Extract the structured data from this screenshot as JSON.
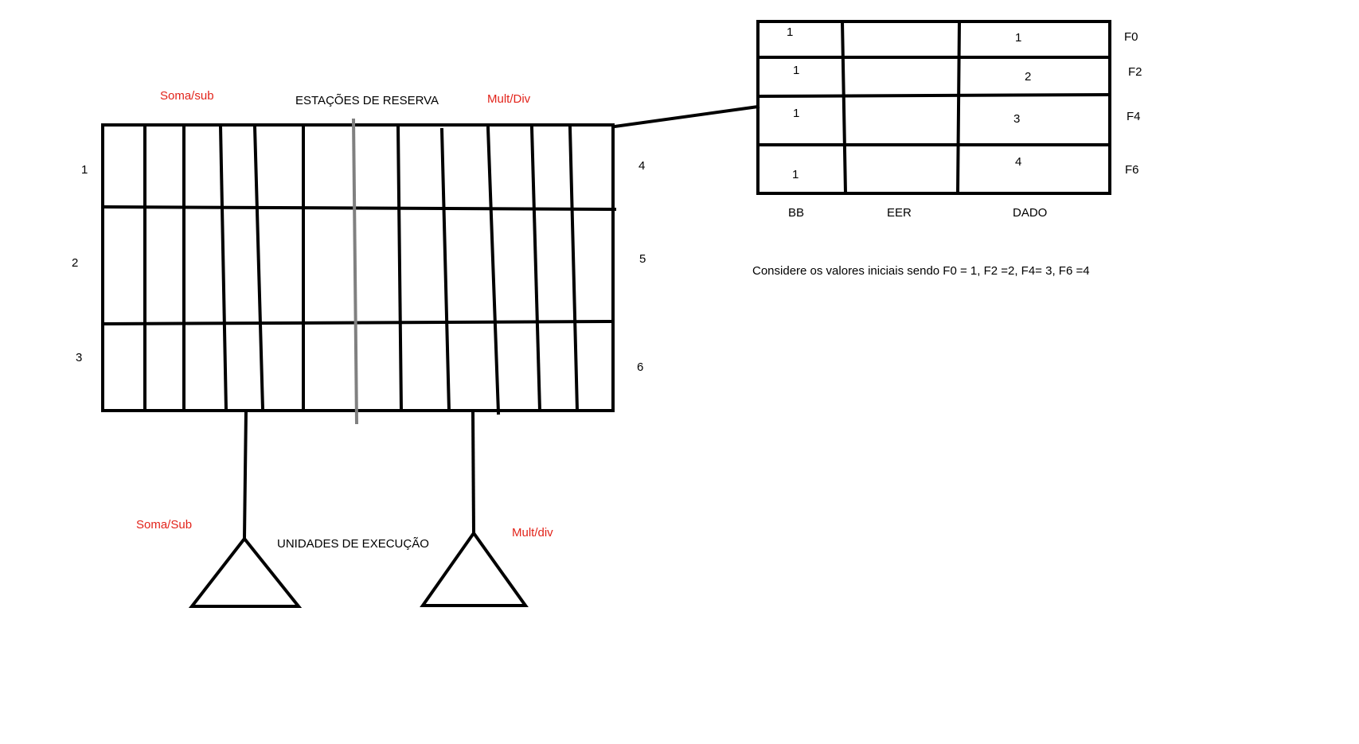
{
  "reservation_stations": {
    "title": "ESTAÇÕES DE RESERVA",
    "left_group_label": "Soma/sub",
    "right_group_label": "Mult/Div",
    "left_row_numbers": [
      "1",
      "2",
      "3"
    ],
    "right_row_numbers": [
      "4",
      "5",
      "6"
    ]
  },
  "execution_units": {
    "title": "UNIDADES DE EXECUÇÃO",
    "add_unit_label": "Soma/Sub",
    "mul_unit_label": "Mult/div"
  },
  "register_table": {
    "columns": [
      "BB",
      "EER",
      "DADO"
    ],
    "rows": [
      {
        "register": "F0",
        "bb": "1",
        "eer": "",
        "dado": "1"
      },
      {
        "register": "F2",
        "bb": "1",
        "eer": "",
        "dado": "2"
      },
      {
        "register": "F4",
        "bb": "1",
        "eer": "",
        "dado": "3"
      },
      {
        "register": "F6",
        "bb": "1",
        "eer": "",
        "dado": "4"
      }
    ]
  },
  "note": "Considere os valores iniciais sendo F0 = 1, F2 =2, F4= 3, F6 =4",
  "colors": {
    "label_red": "#e2231a",
    "line": "#000000",
    "divider_gray": "#808080"
  }
}
